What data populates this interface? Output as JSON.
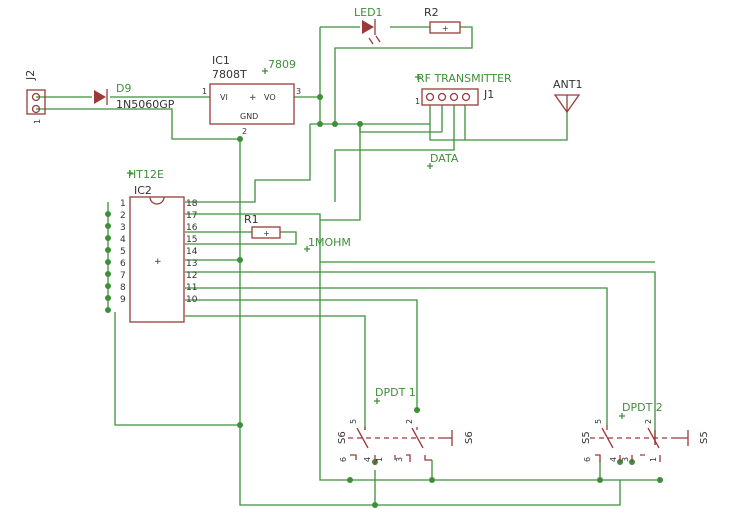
{
  "components": {
    "J2": {
      "ref": "J2",
      "pin1": "1"
    },
    "D9": {
      "ref": "D9",
      "value": "1N5060GP"
    },
    "IC1": {
      "ref": "IC1",
      "value": "7808T",
      "alt_value": "7809",
      "pin_vi": "VI",
      "pin_vo": "VO",
      "pin_gnd": "GND",
      "pin1": "1",
      "pin2": "2",
      "pin3": "3",
      "plus": "+"
    },
    "LED1": {
      "ref": "LED1"
    },
    "R2": {
      "ref": "R2",
      "plus": "+"
    },
    "J1": {
      "ref": "J1",
      "label": "RF TRANSMITTER",
      "pin1": "1",
      "net": "DATA"
    },
    "ANT1": {
      "ref": "ANT1"
    },
    "IC2": {
      "ref": "IC2",
      "value": "HT12E",
      "center_mark": "+",
      "left_pins": [
        "1",
        "2",
        "3",
        "4",
        "5",
        "6",
        "7",
        "8",
        "9"
      ],
      "right_pins": [
        "18",
        "17",
        "16",
        "15",
        "14",
        "13",
        "12",
        "11",
        "10"
      ]
    },
    "R1": {
      "ref": "R1",
      "value": "1MOHM",
      "plus": "+"
    },
    "DPDT1": {
      "ref": "DPDT 1",
      "left": "S6",
      "right": "S6",
      "pins": [
        "5",
        "2",
        "6",
        "4",
        "1",
        "3"
      ]
    },
    "DPDT2": {
      "ref": "DPDT 2",
      "left": "S5",
      "right": "S5",
      "pins": [
        "5",
        "2",
        "6",
        "4",
        "3",
        "1"
      ]
    }
  }
}
